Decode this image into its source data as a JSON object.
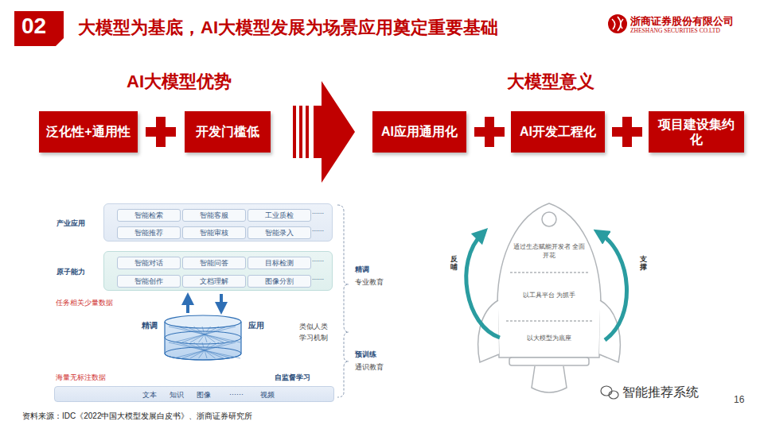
{
  "diagram": {
    "title": "大模型为基底，AI大模型发展为场景应用奠定重要基础",
    "nodes": [
      {
        "text": [
          "泛化性+通用性"
        ]
      },
      {
        "text": [
          "开发门槛低"
        ]
      },
      {
        "text": [
          "AI应用通用化"
        ]
      },
      {
        "text": [
          "AI开发工程化"
        ]
      },
      {
        "text": [
          "项目建设集约化"
        ]
      },
      {
        "text": [
          "产业应用"
        ]
      },
      {
        "text": [
          "智能检索"
        ],
        "in": 5
      },
      {
        "text": [
          "智能客服"
        ],
        "in": 5
      },
      {
        "text": [
          "工业质检"
        ],
        "in": 5
      },
      {
        "text": [
          "智能推荐"
        ],
        "in": 5
      },
      {
        "text": [
          "智能审核"
        ],
        "in": 5
      },
      {
        "text": [
          "智能录入"
        ],
        "in": 5
      },
      {
        "text": [
          "原子能力"
        ]
      },
      {
        "text": [
          "智能对话"
        ],
        "in": 12
      },
      {
        "text": [
          "智能问答"
        ],
        "in": 12
      },
      {
        "text": [
          "目标检测"
        ],
        "in": 12
      },
      {
        "text": [
          "智能创作"
        ],
        "in": 12
      },
      {
        "text": [
          "文档理解"
        ],
        "in": 12
      },
      {
        "text": [
          "图像分割"
        ],
        "in": 12
      },
      {
        "text": [
          "文本",
          "知识",
          "图像",
          "······",
          "视频"
        ]
      },
      {
        "text": [
          "通过生态赋能开发者 全面开花"
        ]
      },
      {
        "text": [
          "以工具平台 为抓手"
        ]
      },
      {
        "text": [
          "以大模型为底座"
        ]
      }
    ],
    "edges": [
      {
        "from": 1,
        "to": 2,
        "arrow": "to"
      }
    ],
    "labels": [
      "02",
      "浙商证券股份有限公司",
      "ZHESHANG SECURITIES CO.LTD",
      "AI大模型优势",
      "大模型意义",
      "......",
      "......",
      "......",
      "......",
      "任务相关少量数据",
      "精调",
      "应用",
      "海量无标注数据",
      "自监督学习",
      "精调",
      "专业教育",
      "类似人类 学习机制",
      "预训练",
      "通识教育",
      "反哺",
      "支撑",
      "资料来源：IDC《2022中国大模型发展白皮书》、浙商证券研究所",
      "16",
      "智能推荐系统"
    ]
  }
}
